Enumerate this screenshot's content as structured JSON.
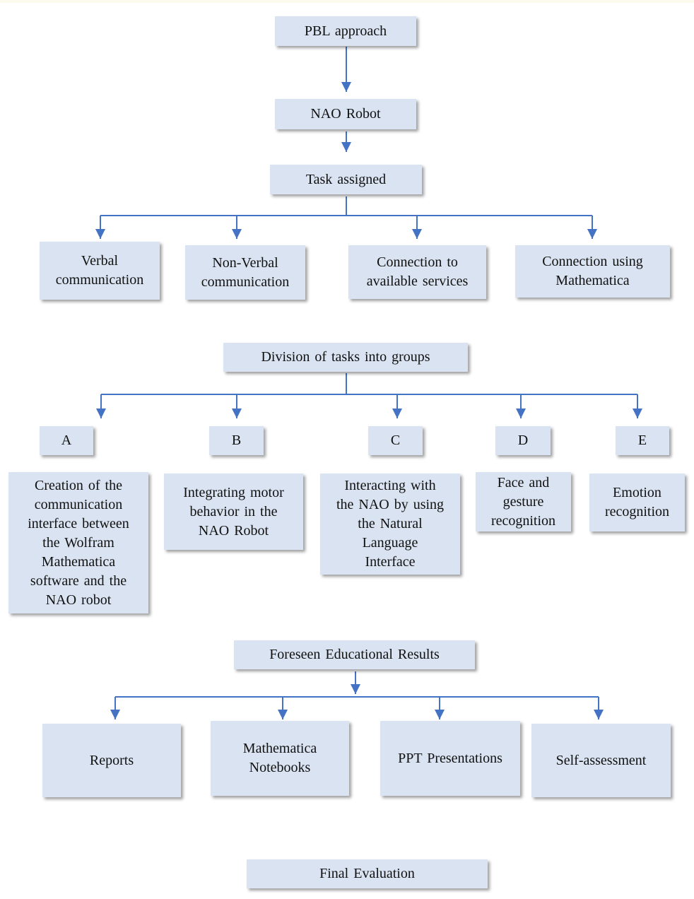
{
  "diagram": {
    "pbl": "PBL approach",
    "robot": "NAO Robot",
    "task": "Task assigned",
    "areas": [
      "Verbal\ncommunication",
      "Non-Verbal\ncommunication",
      "Connection to\navailable services",
      "Connection using\nMathematica"
    ],
    "division": "Division of tasks into groups",
    "groups": [
      {
        "letter": "A",
        "task": "Creation of the\ncommunication\ninterface between\nthe Wolfram\nMathematica\nsoftware and the\nNAO robot"
      },
      {
        "letter": "B",
        "task": "Integrating motor\nbehavior in the\nNAO Robot"
      },
      {
        "letter": "C",
        "task": "Interacting with\nthe NAO by using\nthe Natural\nLanguage\nInterface"
      },
      {
        "letter": "D",
        "task": "Face and\ngesture\nrecognition"
      },
      {
        "letter": "E",
        "task": "Emotion\nrecognition"
      }
    ],
    "foreseen": "Foreseen Educational Results",
    "results": [
      "Reports",
      "Mathematica\nNotebooks",
      "PPT Presentations",
      "Self-assessment"
    ],
    "final": "Final Evaluation"
  },
  "colors": {
    "box_fill": "#dae3f1",
    "line": "#4472c4"
  }
}
